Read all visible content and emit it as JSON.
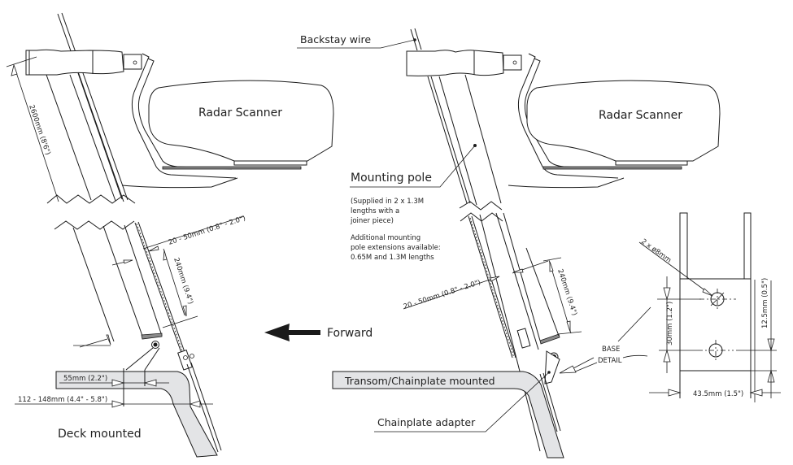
{
  "left_view": {
    "caption": "Deck mounted",
    "radar_label": "Radar Scanner",
    "dim_overall_length": "2600mm (8'6\")",
    "dim_clearance": "20 - 50mm (0.8\" - 2.0\")",
    "dim_collar": "240mm (9.4\")",
    "dim_base_width": "55mm (2.2\")",
    "dim_base_range": "112 - 148mm (4.4\" - 5.8\")"
  },
  "direction": {
    "label": "Forward",
    "icon": "arrow-left-icon"
  },
  "right_view": {
    "backstay_label": "Backstay wire",
    "radar_label": "Radar Scanner",
    "pole_label": "Mounting pole",
    "pole_note_lines": [
      "(Supplied in 2 x 1.3M",
      "lengths with a",
      "joiner piece)"
    ],
    "extension_note_lines": [
      "Additional mounting",
      "pole extensions available:",
      "0.65M and 1.3M lengths"
    ],
    "dim_clearance": "20 - 50mm (0.8\" - 2.0\")",
    "dim_collar": "240mm (9.4\")",
    "mount_label": "Transom/Chainplate mounted",
    "adapter_label": "Chainplate adapter",
    "base_detail_label_lines": [
      "BASE",
      "DETAIL"
    ]
  },
  "base_detail": {
    "hole_spec": "2 x ø8mm",
    "dim_hole_spacing": "30mm (1.2\")",
    "dim_edge_offset": "12.5mm (0.5\")",
    "dim_width": "43.5mm (1.5\")"
  }
}
